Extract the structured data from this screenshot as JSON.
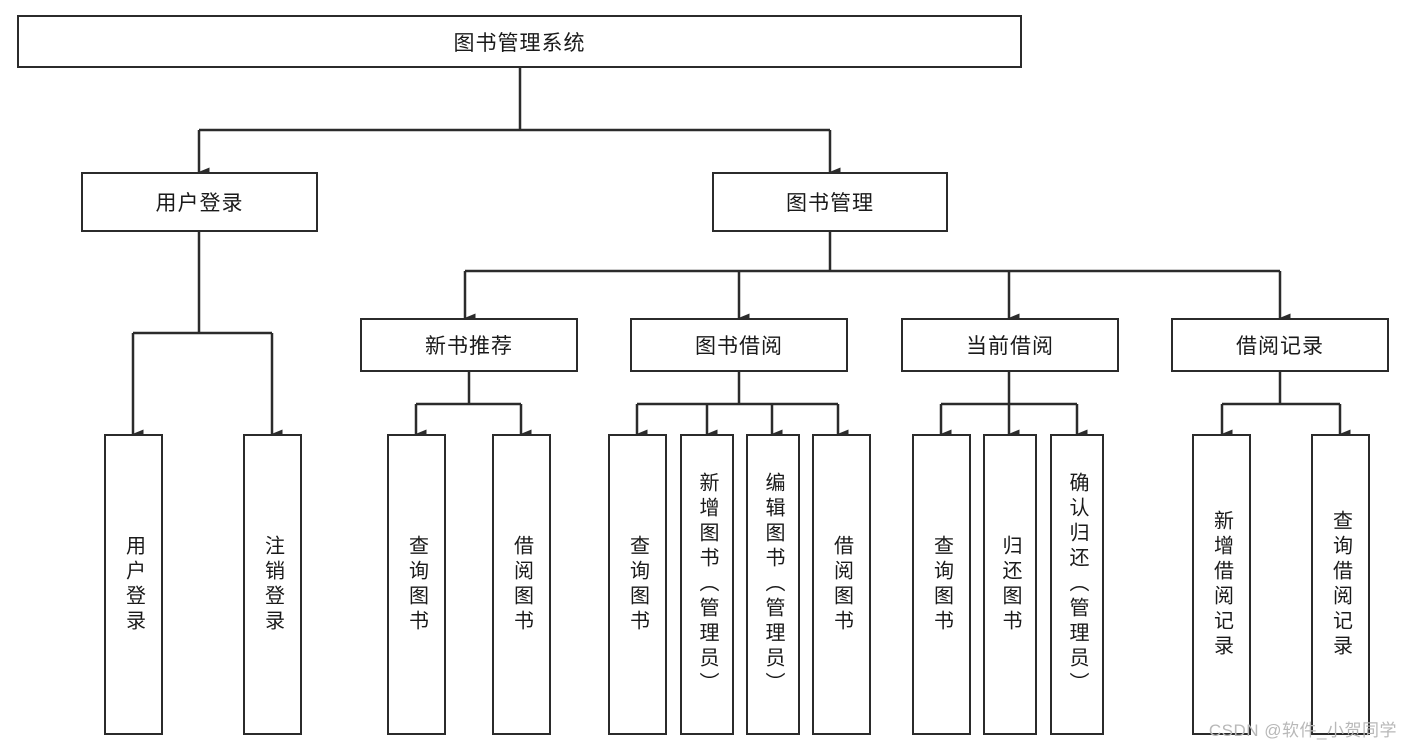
{
  "diagram": {
    "title": "图书管理系统",
    "type": "tree-hierarchy",
    "root": {
      "id": "root",
      "label": "图书管理系统"
    },
    "level2": [
      {
        "id": "user-login",
        "label": "用户登录"
      },
      {
        "id": "book-manage",
        "label": "图书管理"
      }
    ],
    "level3": [
      {
        "id": "new-book-recommend",
        "label": "新书推荐"
      },
      {
        "id": "book-borrow",
        "label": "图书借阅"
      },
      {
        "id": "current-borrow",
        "label": "当前借阅"
      },
      {
        "id": "borrow-record",
        "label": "借阅记录"
      }
    ],
    "leaves": {
      "user_login": [
        {
          "id": "leaf-user-login",
          "label": "用户登录"
        },
        {
          "id": "leaf-logout-login",
          "label": "注销登录"
        }
      ],
      "new_book_recommend": [
        {
          "id": "leaf-query-book-1",
          "label": "查询图书"
        },
        {
          "id": "leaf-borrow-book-1",
          "label": "借阅图书"
        }
      ],
      "book_borrow": [
        {
          "id": "leaf-query-book-2",
          "label": "查询图书"
        },
        {
          "id": "leaf-add-book",
          "label": "新增图书（管理员）"
        },
        {
          "id": "leaf-edit-book",
          "label": "编辑图书（管理员）"
        },
        {
          "id": "leaf-borrow-book-2",
          "label": "借阅图书"
        }
      ],
      "current_borrow": [
        {
          "id": "leaf-query-book-3",
          "label": "查询图书"
        },
        {
          "id": "leaf-return-book",
          "label": "归还图书"
        },
        {
          "id": "leaf-confirm-return",
          "label": "确认归还（管理员）"
        }
      ],
      "borrow_record": [
        {
          "id": "leaf-add-record",
          "label": "新增借阅记录"
        },
        {
          "id": "leaf-query-record",
          "label": "查询借阅记录"
        }
      ]
    }
  },
  "watermark": {
    "text": "CSDN @软件_小贺同学"
  },
  "colors": {
    "stroke": "#2b2b2b",
    "text": "#1a1a1a",
    "background": "#ffffff",
    "watermark": "#b8b8b8"
  }
}
